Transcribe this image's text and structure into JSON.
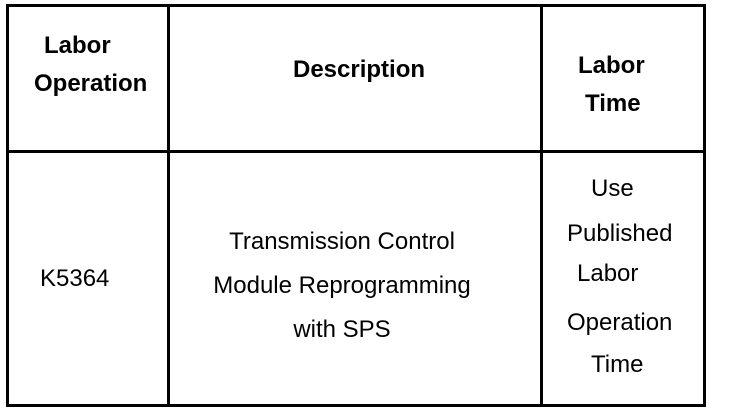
{
  "table": {
    "headers": {
      "labor_operation_line1": "Labor",
      "labor_operation_line2": "Operation",
      "description": "Description",
      "labor_time_line1": "Labor",
      "labor_time_line2": "Time"
    },
    "rows": [
      {
        "labor_operation": "K5364",
        "description_line1": "Transmission Control",
        "description_line2": "Module Reprogramming",
        "description_line3": "with SPS",
        "labor_time_lines": [
          "Use",
          "Published",
          "Labor",
          "Operation",
          "Time"
        ]
      }
    ]
  }
}
